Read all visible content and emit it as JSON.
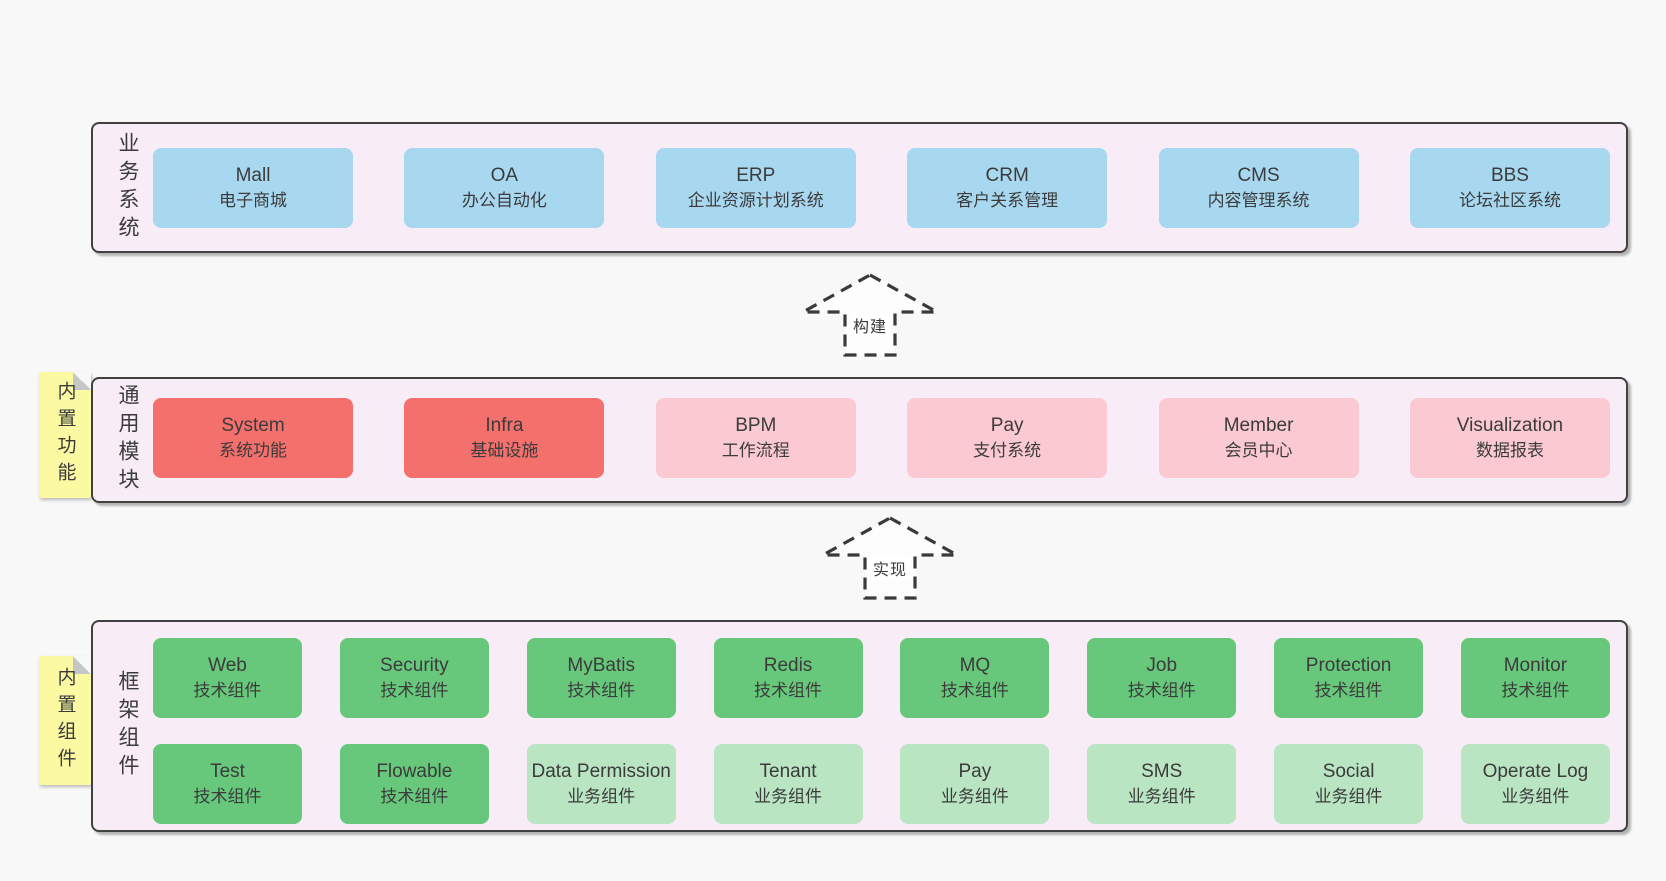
{
  "colors": {
    "page_background": "#f8f8f8",
    "layer_background": "#f8edf6",
    "layer_border": "#414141",
    "blue_box": "#a8d8f0",
    "red_box": "#f4706d",
    "pink_box": "#fac9d2",
    "green_box": "#67c87c",
    "light_green_box": "#bae5c3",
    "sticky_yellow": "#fbf9a2",
    "text": "#3b3b3b"
  },
  "sections": [
    {
      "label": "业务系统",
      "boxes": [
        {
          "en": "Mall",
          "zh": "电子商城"
        },
        {
          "en": "OA",
          "zh": "办公自动化"
        },
        {
          "en": "ERP",
          "zh": "企业资源计划系统"
        },
        {
          "en": "CRM",
          "zh": "客户关系管理"
        },
        {
          "en": "CMS",
          "zh": "内容管理系统"
        },
        {
          "en": "BBS",
          "zh": "论坛社区系统"
        }
      ]
    },
    {
      "label": "通用模块",
      "sticky": "内置功能",
      "boxes": [
        {
          "en": "System",
          "zh": "系统功能"
        },
        {
          "en": "Infra",
          "zh": "基础设施"
        },
        {
          "en": "BPM",
          "zh": "工作流程"
        },
        {
          "en": "Pay",
          "zh": "支付系统"
        },
        {
          "en": "Member",
          "zh": "会员中心"
        },
        {
          "en": "Visualization",
          "zh": "数据报表"
        }
      ]
    },
    {
      "label": "框架组件",
      "sticky": "内置组件",
      "rows": [
        [
          {
            "en": "Web",
            "zh": "技术组件"
          },
          {
            "en": "Security",
            "zh": "技术组件"
          },
          {
            "en": "MyBatis",
            "zh": "技术组件"
          },
          {
            "en": "Redis",
            "zh": "技术组件"
          },
          {
            "en": "MQ",
            "zh": "技术组件"
          },
          {
            "en": "Job",
            "zh": "技术组件"
          },
          {
            "en": "Protection",
            "zh": "技术组件"
          },
          {
            "en": "Monitor",
            "zh": "技术组件"
          }
        ],
        [
          {
            "en": "Test",
            "zh": "技术组件"
          },
          {
            "en": "Flowable",
            "zh": "技术组件"
          },
          {
            "en": "Data Permission",
            "zh": "业务组件"
          },
          {
            "en": "Tenant",
            "zh": "业务组件"
          },
          {
            "en": "Pay",
            "zh": "业务组件"
          },
          {
            "en": "SMS",
            "zh": "业务组件"
          },
          {
            "en": "Social",
            "zh": "业务组件"
          },
          {
            "en": "Operate Log",
            "zh": "业务组件"
          }
        ]
      ]
    }
  ],
  "arrows": [
    {
      "label": "构建"
    },
    {
      "label": "实现"
    }
  ]
}
